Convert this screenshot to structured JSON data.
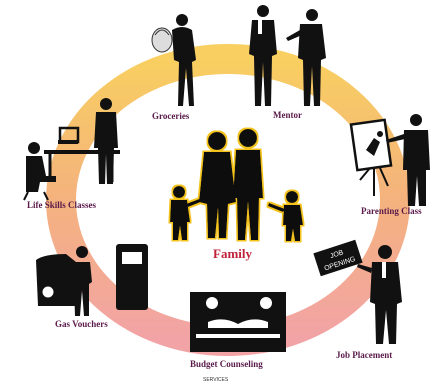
{
  "center": {
    "label": "Family"
  },
  "services": [
    {
      "label": "Groceries",
      "icon": "groceries-shopper-icon"
    },
    {
      "label": "Mentor",
      "icon": "mentor-conversation-icon"
    },
    {
      "label": "Parenting Class",
      "icon": "parenting-class-easel-icon"
    },
    {
      "label": "Job Placement",
      "icon": "job-opening-sign-icon"
    },
    {
      "label": "Budget Counseling",
      "icon": "budget-counseling-handshake-icon"
    },
    {
      "label": "Gas Vouchers",
      "icon": "gas-pump-icon"
    },
    {
      "label": "Life Skills Classes",
      "icon": "computer-desk-icon"
    }
  ],
  "sign": {
    "line1": "JOB",
    "line2": "OPENING"
  },
  "footer": {
    "caption": "SERVICES"
  },
  "colors": {
    "ring_top": "#f7c85a",
    "ring_bottom": "#f2a6a8",
    "label": "#5a1a4a",
    "center_label": "#c0223a"
  }
}
